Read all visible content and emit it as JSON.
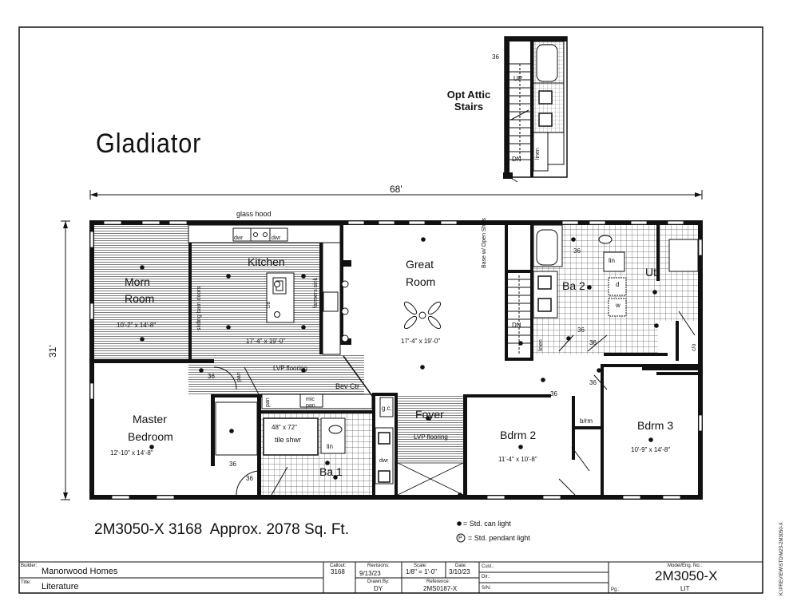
{
  "title": "Gladiator",
  "attic": {
    "label": "Opt Attic Stairs",
    "up": "UP",
    "dn": "DN",
    "linen": "linen",
    "w36": "36"
  },
  "dims": {
    "width": "68'",
    "depth": "31'"
  },
  "kitchen_labels": {
    "glass_hood": "glass hood",
    "dwr1": "dwr",
    "dwr2": "dwr",
    "barn_doors": "sliding barn doors",
    "farmers_sink": "farmers sink",
    "db": "DB",
    "lvp": "LVP flooring",
    "pan1": "pan",
    "pan2": "pan",
    "mic_pan": "mic pan",
    "bev_ctr": "Bev Ctr",
    "base_shelves": "Base w/ Open Shlvs",
    "dwr3": "dwr",
    "gc": "g.c.",
    "d": "d",
    "w": "w",
    "lin1": "lin",
    "lin2": "lin",
    "linen2": "linen",
    "dn2": "DN",
    "bfrm": "b/rm",
    "co": "c/o",
    "tile_shwr_size": "48\" x 72\"",
    "tile_shwr": "tile shwr",
    "foyer_lvp": "LVP flooring"
  },
  "rooms": {
    "morn": {
      "name1": "Morn",
      "name2": "Room",
      "size": "10'-2\" x 14'-8\""
    },
    "kitchen": {
      "name": "Kitchen",
      "size": "17'-4\" x 19'-0\""
    },
    "great": {
      "name1": "Great",
      "name2": "Room",
      "size": "17'-4\" x 19'-0\""
    },
    "ba2": {
      "name": "Ba 2"
    },
    "utl": {
      "name": "Utl"
    },
    "master": {
      "name1": "Master",
      "name2": "Bedroom",
      "size": "12'-10\" x 14'-8\""
    },
    "ba1": {
      "name": "Ba 1"
    },
    "foyer": {
      "name": "Foyer"
    },
    "bdrm2": {
      "name": "Bdrm 2",
      "size": "11'-4\" x 10'-8\""
    },
    "bdrm3": {
      "name": "Bdrm 3",
      "size": "10'-9\" x 14'-8\""
    }
  },
  "door_widths": [
    "36",
    "36",
    "36",
    "36",
    "36",
    "36",
    "36",
    "36"
  ],
  "model_line": "2M3050-X 3168  Approx. 2078 Sq. Ft.",
  "legend": {
    "can": "= Std. can light",
    "pendant": "= Std. pendant light",
    "pendant_symbol": "P"
  },
  "side_note": "K:\\PREVIEW\\STD\\M23-2M3050-X",
  "titleblock": {
    "builder_label": "Builder:",
    "builder": "Manorwood Homes",
    "title_label": "Title:",
    "title": "Literature",
    "callout_label": "Callout:",
    "callout": "3168",
    "revisions_label": "Revisions:",
    "revisions": "9/13/23",
    "drawn_label": "Drawn By:",
    "drawn": "DY",
    "scale_label": "Scale:",
    "scale": "1/8\" = 1'-0\"",
    "date_label": "Date:",
    "date": "3/10/23",
    "reference_label": "Reference:",
    "reference": "2MS0187-X",
    "cust_label": "Cust.:",
    "dlr_label": "Dlr.:",
    "sn_label": "S/N:",
    "model_label": "Model/Eng. No.:",
    "model": "2M3050-X",
    "lit": "LIT",
    "pg_label": "Pg.:"
  }
}
